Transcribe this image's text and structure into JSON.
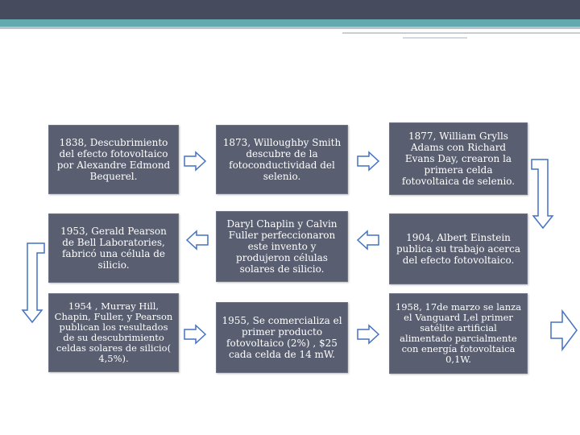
{
  "diagram": {
    "nodes": [
      {
        "id": "n1",
        "text": "1838, Descubrimiento del efecto fotovoltaico por Alexandre Edmond Bequerel."
      },
      {
        "id": "n2",
        "text": "1873, Willoughby Smith descubre de la fotoconductividad del selenio."
      },
      {
        "id": "n3",
        "text": "1877, William Grylls Adams con Richard Evans Day, crearon la primera celda fotovoltaica de selenio."
      },
      {
        "id": "n4",
        "text": "1904, Albert Einstein publica su trabajo acerca del efecto fotovoltaico."
      },
      {
        "id": "n5",
        "text": "Daryl Chaplin y Calvin Fuller perfeccionaron este invento y produjeron células solares de silicio."
      },
      {
        "id": "n6",
        "text": "1953, Gerald Pearson de Bell Laboratories, fabricó una célula de silicio."
      },
      {
        "id": "n7",
        "text": "1954 , Murray Hill, Chapin, Fuller, y Pearson publican los resultados de su descubrimiento celdas solares de silicio( 4,5%)."
      },
      {
        "id": "n8",
        "text": "1955, Se comercializa el primer producto fotovoltaico (2%) , $25 cada celda de 14 mW."
      },
      {
        "id": "n9",
        "text": "1958, 17de marzo se lanza el Vanguard I,el primer satélite artificial alimentado parcialmente con energía fotovoltaica 0,1W."
      }
    ],
    "colors": {
      "box_fill": "#595e70",
      "arrow_fill": "#ffffff",
      "arrow_stroke": "#4472c4",
      "header_dark": "#464c5e",
      "header_accent": "#62a9b0"
    }
  }
}
